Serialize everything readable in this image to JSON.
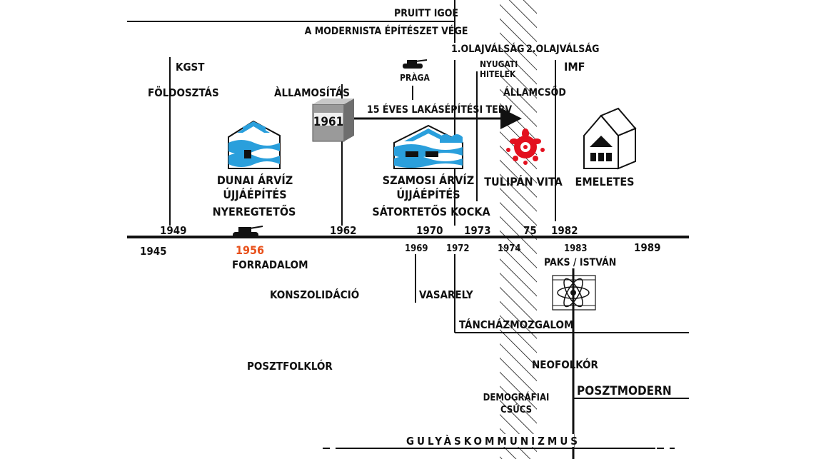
{
  "labels": {
    "pruitt": "PRUITT IGOE",
    "modernist": "A MODERNISTA ÉPÍTÉSZET VÉGE",
    "kgst": "KGST",
    "foldosztas": "FÖLDOSZTÁS",
    "allamositas": "ÀLLAMOSÍTÁS",
    "building_year": "1961",
    "praga": "PRÀGA",
    "oil1": "1.OLAJVÁLSÁG",
    "oil2": "2.OLAJVÁLSÁG",
    "nyugati1": "NYUGATI",
    "nyugati2": "HITELEK",
    "imf": "IMF",
    "allamcsod": "ÁLLAMCSŐD",
    "plan15": "15 ÉVES LAKÁSÉPÍTÉSI TERV",
    "dunai1": "DUNAI  ÁRVÍZ",
    "dunai2": "ÚJJÁÉPÍTÉS",
    "nyereg": "NYEREGTETŐS",
    "szamosi1": "SZAMOSI  ÁRVÍZ",
    "szamosi2": "ÚJJÁÉPÍTÉS",
    "satortetos": "SÁTORTETŐS KOCKA",
    "tulipan": "TULIPÁN VITA",
    "emeletes": "EMELETES",
    "forradalom": "FORRADALOM",
    "konszolidacio": "KONSZOLIDÁCIÓ",
    "vasarely": "VASARELY",
    "paks": "PAKS / ISTVÁN",
    "tanchaz": "TÁNCHÁZMOZGALOM",
    "posztfolklor": "POSZTFOLKLÓR",
    "neofolklor": "NEOFOLKÓR",
    "posztmodern": "POSZTMODERN",
    "demografiai1": "DEMOGRÁFIAI",
    "demografiai2": "CSÚCS",
    "gulyas": "GULYÀSKOMMUNIZMUS"
  },
  "years": {
    "y1945": "1945",
    "y1949": "1949",
    "y1956": "1956",
    "y1962": "1962",
    "y1969": "1969",
    "y1970": "1970",
    "y1972": "1972",
    "y1973": "1973",
    "y1974": "1974",
    "y75": "75",
    "y1982": "1982",
    "y1983": "1983",
    "y1989": "1989"
  },
  "colors": {
    "ink": "#111111",
    "water_blue": "#2a9fdc",
    "revolution_orange": "#e8501a",
    "tulip_red": "#e3111f"
  }
}
